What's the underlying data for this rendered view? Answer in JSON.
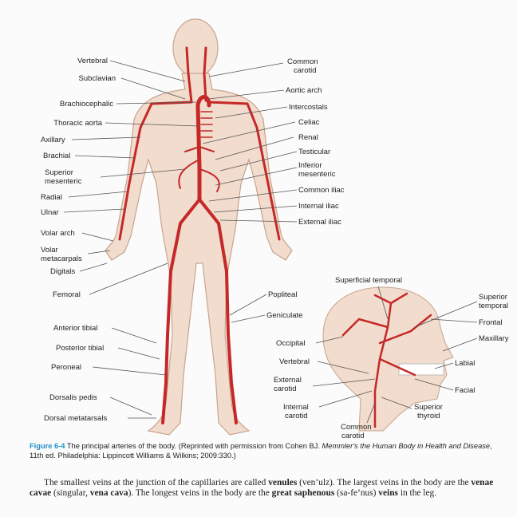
{
  "labels_left": {
    "vertebral": "Vertebral",
    "subclavian": "Subclavian",
    "brachiocephalic": "Brachiocephalic",
    "thoracic_aorta": "Thoracic aorta",
    "axillary": "Axillary",
    "brachial": "Brachial",
    "superior_mesenteric_1": "Superior",
    "superior_mesenteric_2": "mesenteric",
    "radial": "Radial",
    "ulnar": "Ulnar",
    "volar_arch": "Volar arch",
    "volar_metacarpals_1": "Volar",
    "volar_metacarpals_2": "metacarpals",
    "digitals": "Digitals",
    "femoral": "Femoral",
    "anterior_tibial": "Anterior tibial",
    "posterior_tibial": "Posterior tibial",
    "peroneal": "Peroneal",
    "dorsalis_pedis": "Dorsalis pedis",
    "dorsal_metatarsals": "Dorsal metatarsals"
  },
  "labels_right": {
    "common_carotid_1": "Common",
    "common_carotid_2": "carotid",
    "aortic_arch": "Aortic arch",
    "intercostals": "Intercostals",
    "celiac": "Celiac",
    "renal": "Renal",
    "testicular": "Testicular",
    "inferior_mesenteric_1": "Inferior",
    "inferior_mesenteric_2": "mesenteric",
    "common_iliac": "Common iliac",
    "internal_iliac": "Internal iliac",
    "external_iliac": "External iliac",
    "popliteal": "Popliteal",
    "geniculate": "Geniculate"
  },
  "labels_head": {
    "superficial_temporal": "Superficial temporal",
    "superior_temporal_1": "Superior",
    "superior_temporal_2": "temporal",
    "frontal": "Frontal",
    "maxillary": "Maxillary",
    "occipital": "Occipital",
    "labial": "Labial",
    "vertebral": "Vertebral",
    "external_carotid_1": "External",
    "external_carotid_2": "carotid",
    "facial": "Facial",
    "internal_carotid_1": "Internal",
    "internal_carotid_2": "carotid",
    "superior_thyroid_1": "Superior",
    "superior_thyroid_2": "thyroid",
    "common_carotid_1": "Common",
    "common_carotid_2": "carotid"
  },
  "caption": {
    "figure_label": "Figure 6-4",
    "text_1": " The principal arteries of the body. (Reprinted with permission from Cohen BJ. ",
    "book_title": "Memmler's the Human Body in Health and Disease",
    "text_2": ", 11th ed. Philadelphia: Lippincott Williams & Wilkins; 2009:330.)"
  },
  "paragraph": {
    "t1": "The smallest veins at the junction of the capillaries are called ",
    "b1": "venules",
    "t2": " (ven’ulz). The largest veins in the body are the ",
    "b2": "venae cavae",
    "t3": " (singular, ",
    "b3": "vena cava",
    "t4": "). The longest veins in the body are the ",
    "b4": "great saphenous",
    "t5": " (sa-fe’nus) ",
    "b5": "veins",
    "t6": " in the leg."
  },
  "colors": {
    "artery": "#c62828",
    "skin": "#f1dccd",
    "skin_outline": "#c9a48e",
    "caption_accent": "#1e8fc8"
  }
}
